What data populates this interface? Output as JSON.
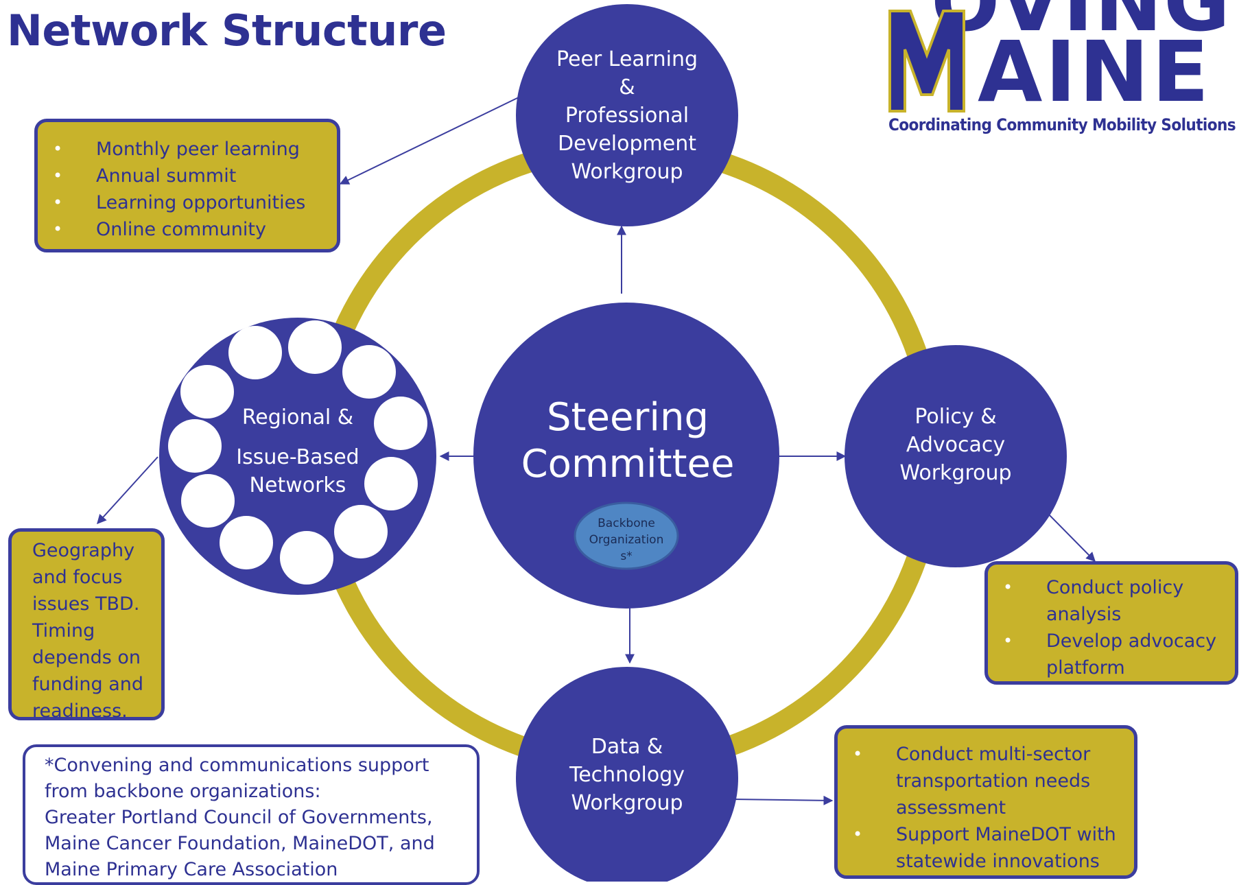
{
  "page": {
    "title": "Network Structure"
  },
  "colors": {
    "navy": "#3b3d9e",
    "title_blue": "#2e3192",
    "ring_gold": "#c8b32b",
    "box_gold": "#c8b32b",
    "backbone_blue": "#4f86c4"
  },
  "logo": {
    "top_text": "OVING",
    "main_letter": "M",
    "main_text": "AINE",
    "tagline": "Coordinating Community Mobility Solutions"
  },
  "center": {
    "line1": "Steering",
    "line2": "Committee",
    "backbone_lines": [
      "Backbone",
      "Organization",
      "s*"
    ]
  },
  "nodes": {
    "peer": {
      "lines": [
        "Peer Learning",
        "&",
        "Professional",
        "Development",
        "Workgroup"
      ]
    },
    "policy": {
      "lines": [
        "Policy &",
        "Advocacy",
        "Workgroup"
      ]
    },
    "data": {
      "lines": [
        "Data &",
        "Technology",
        "Workgroup"
      ]
    },
    "regional": {
      "line1": "Regional &",
      "line2": "Issue-Based",
      "line3": "Networks"
    }
  },
  "boxes": {
    "peer": {
      "items": [
        "Monthly peer learning",
        "Annual summit",
        "Learning opportunities",
        "Online community"
      ]
    },
    "regional": {
      "lines": [
        "Geography",
        "and focus",
        "issues TBD.",
        "Timing",
        "depends on",
        "funding and",
        "readiness."
      ]
    },
    "policy": {
      "items": [
        [
          "Conduct policy",
          "analysis"
        ],
        [
          "Develop advocacy",
          "platform"
        ]
      ]
    },
    "data": {
      "items": [
        [
          "Conduct multi-sector",
          "transportation needs",
          "assessment"
        ],
        [
          "Support MaineDOT with",
          "statewide innovations"
        ]
      ]
    }
  },
  "note": {
    "lines": [
      "*Convening and communications support",
      "from backbone organizations:",
      "Greater Portland Council of Governments,",
      "Maine Cancer Foundation, MaineDOT, and",
      "Maine Primary Care  Association"
    ]
  }
}
